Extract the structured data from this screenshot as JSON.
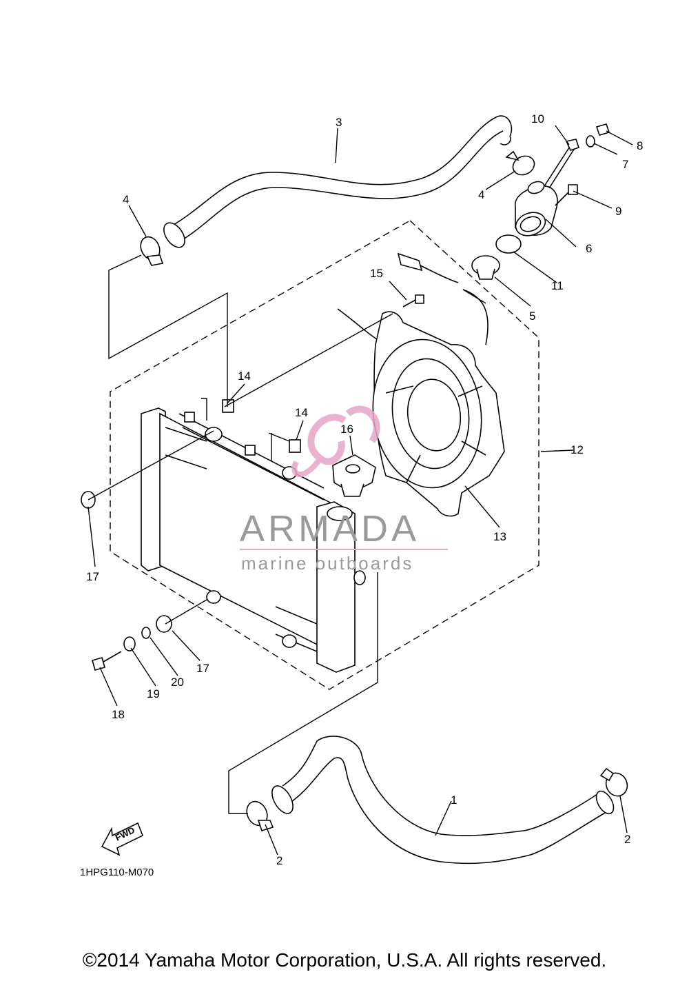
{
  "diagram_code": "1HPG110-M070",
  "copyright": "©2014 Yamaha Motor Corporation, U.S.A. All rights reserved.",
  "watermark": {
    "brand": "ARMADA",
    "tagline": "marine outboards",
    "logo_color": "#e6a6c8",
    "text_color": "#9a9a9a"
  },
  "fwd_label": "FWD",
  "callouts": [
    "1",
    "2",
    "2",
    "3",
    "4",
    "4",
    "5",
    "6",
    "7",
    "8",
    "9",
    "10",
    "11",
    "12",
    "13",
    "14",
    "14",
    "15",
    "16",
    "17",
    "17",
    "18",
    "19",
    "20"
  ]
}
